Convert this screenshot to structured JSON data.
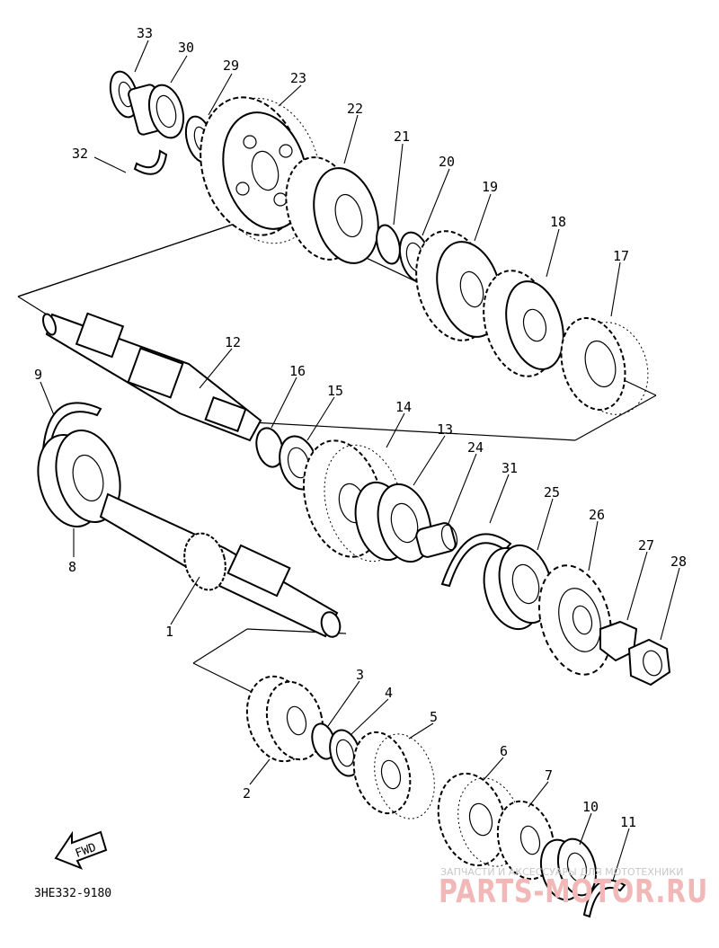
{
  "diagram": {
    "code": "3HE332-9180",
    "fwd_label": "FWD",
    "watermark_small": "ЗАПЧАСТИ И АКСЕССУАРЫ ДЛЯ МОТОТЕХНИКИ",
    "watermark_big": "PARTS-MOTOR.RU",
    "callouts": {
      "c1": "1",
      "c2": "2",
      "c3": "3",
      "c4": "4",
      "c5": "5",
      "c6": "6",
      "c7": "7",
      "c8": "8",
      "c9": "9",
      "c10": "10",
      "c11": "11",
      "c12": "12",
      "c13": "13",
      "c14": "14",
      "c15": "15",
      "c16": "16",
      "c17": "17",
      "c18": "18",
      "c19": "19",
      "c20": "20",
      "c21": "21",
      "c22": "22",
      "c23": "23",
      "c24": "24",
      "c25": "25",
      "c26": "26",
      "c27": "27",
      "c28": "28",
      "c29": "29",
      "c30": "30",
      "c31": "31",
      "c32": "32",
      "c33": "33"
    }
  }
}
